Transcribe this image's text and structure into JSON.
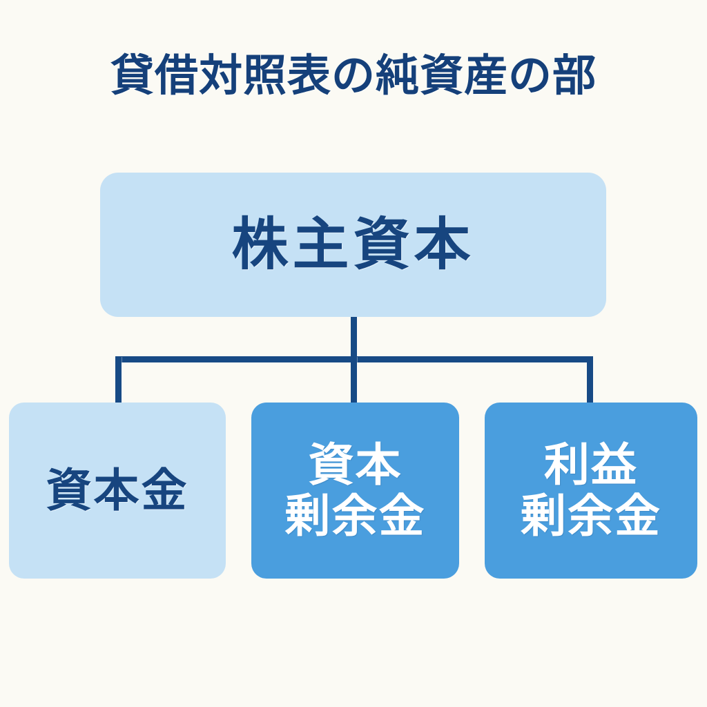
{
  "page": {
    "title": "貸借対照表の純資産の部",
    "background_color": "#fbfaf4"
  },
  "colors": {
    "navy": "#17457f",
    "line_navy": "#174a85",
    "light_blue": "#c5e1f5",
    "medium_blue": "#4a9ede",
    "white_text": "#ffffff",
    "background": "#fbfaf4"
  },
  "chart_data": {
    "type": "diagram",
    "diagram_type": "hierarchy-tree",
    "title": "貸借対照表の純資産の部",
    "nodes": [
      {
        "id": "parent",
        "label": "株主資本",
        "level": 0,
        "fill": "#c5e1f5",
        "text_color": "#17457f"
      },
      {
        "id": "capital-stock",
        "label": "資本金",
        "level": 1,
        "parent": "parent",
        "fill": "#c5e1f5",
        "text_color": "#17457f"
      },
      {
        "id": "capital-surplus",
        "label": "資本\n剰余金",
        "level": 1,
        "parent": "parent",
        "fill": "#4a9ede",
        "text_color": "#ffffff"
      },
      {
        "id": "retained-earnings",
        "label": "利益\n剰余金",
        "level": 1,
        "parent": "parent",
        "fill": "#4a9ede",
        "text_color": "#ffffff"
      }
    ],
    "edges": [
      {
        "from": "parent",
        "to": "capital-stock"
      },
      {
        "from": "parent",
        "to": "capital-surplus"
      },
      {
        "from": "parent",
        "to": "retained-earnings"
      }
    ],
    "connector_style": "orthogonal-bus",
    "legend": null
  }
}
